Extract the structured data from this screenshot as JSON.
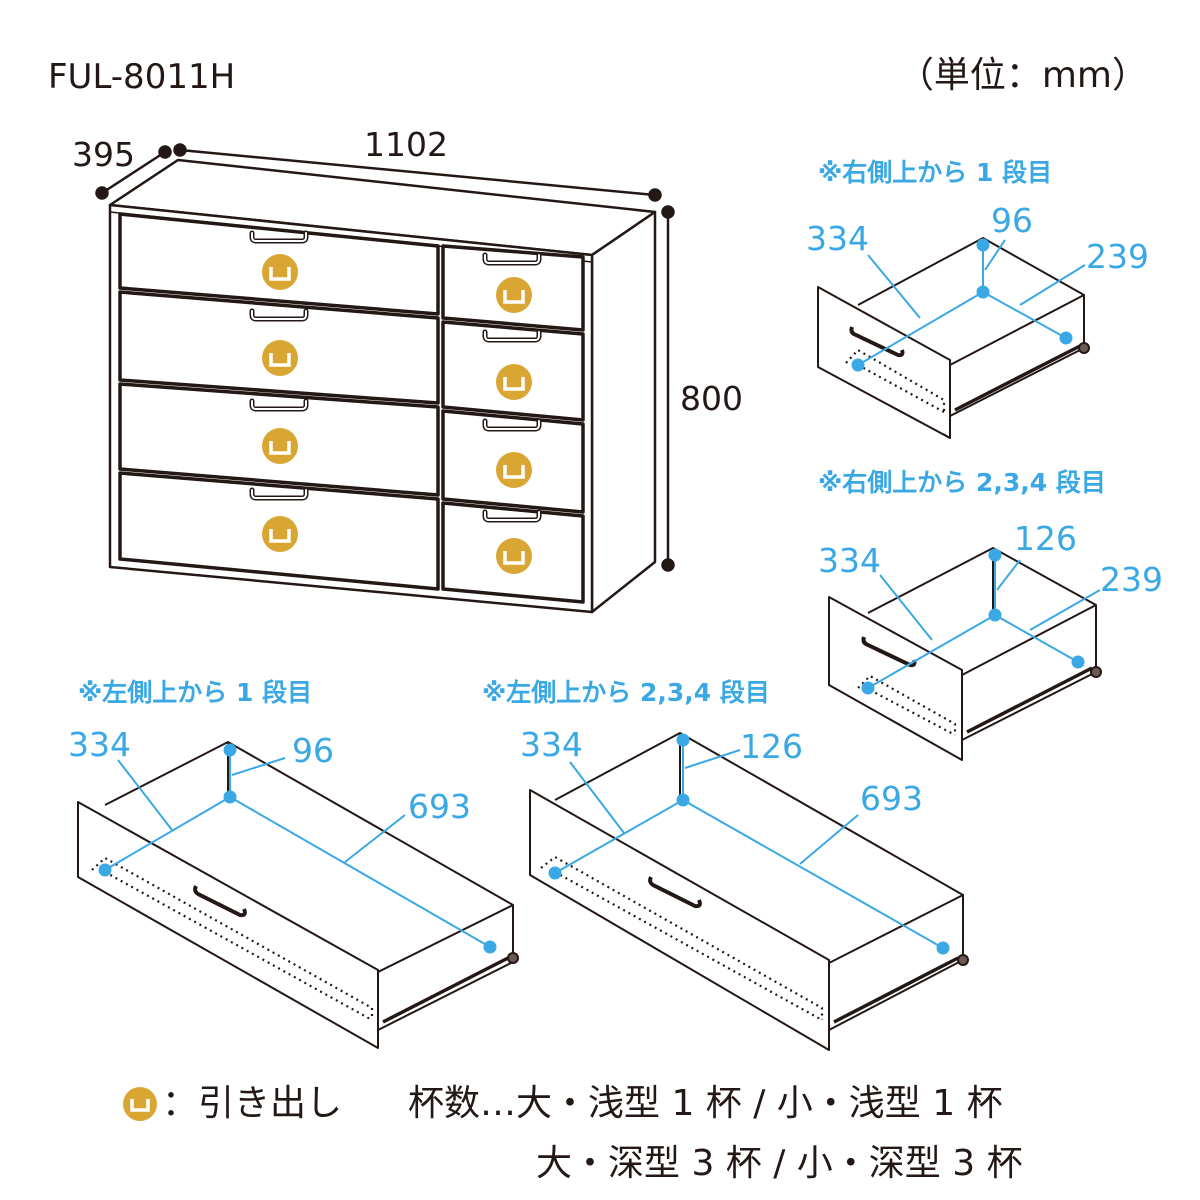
{
  "header": {
    "model": "FUL-8011H",
    "unit": "（単位：mm）"
  },
  "cabinet": {
    "depth": "395",
    "width": "1102",
    "height": "800"
  },
  "panels": [
    {
      "caption": "※右側上から 1 段目",
      "inner_depth": "334",
      "inner_height": "96",
      "inner_width": "239"
    },
    {
      "caption": "※右側上から 2,3,4 段目",
      "inner_depth": "334",
      "inner_height": "126",
      "inner_width": "239"
    },
    {
      "caption": "※左側上から 1 段目",
      "inner_depth": "334",
      "inner_height": "96",
      "inner_width": "693"
    },
    {
      "caption": "※左側上から 2,3,4 段目",
      "inner_depth": "334",
      "inner_height": "126",
      "inner_width": "693"
    }
  ],
  "legend": {
    "icon": "drawer-icon",
    "label": "：引き出し",
    "count_line1": "杯数…大・浅型 1 杯 / 小・浅型 1 杯",
    "count_line2": "大・深型 3 杯 / 小・深型 3 杯"
  },
  "colors": {
    "line": "#231815",
    "accent": "#3aa8e4",
    "badge": "#d9a634"
  }
}
